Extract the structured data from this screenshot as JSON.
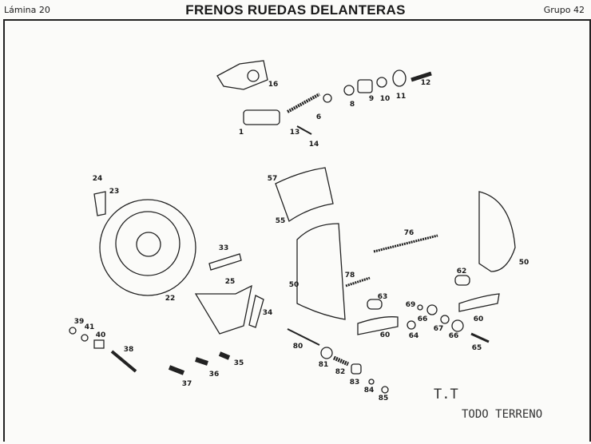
{
  "header": {
    "plate": "Lámina 20",
    "title": "FRENOS RUEDAS DELANTERAS",
    "group": "Grupo 42"
  },
  "labels": [
    "16",
    "1",
    "6",
    "13",
    "14",
    "8",
    "9",
    "10",
    "11",
    "12",
    "24",
    "23",
    "57",
    "55",
    "76",
    "33",
    "25",
    "22",
    "50",
    "78",
    "34",
    "50",
    "62",
    "63",
    "69",
    "66",
    "67",
    "66",
    "60",
    "64",
    "60",
    "65",
    "39",
    "41",
    "40",
    "38",
    "35",
    "36",
    "37",
    "80",
    "81",
    "82",
    "83",
    "84",
    "85"
  ],
  "annotation": {
    "code": "T.T",
    "text": "TODO TERRENO"
  }
}
